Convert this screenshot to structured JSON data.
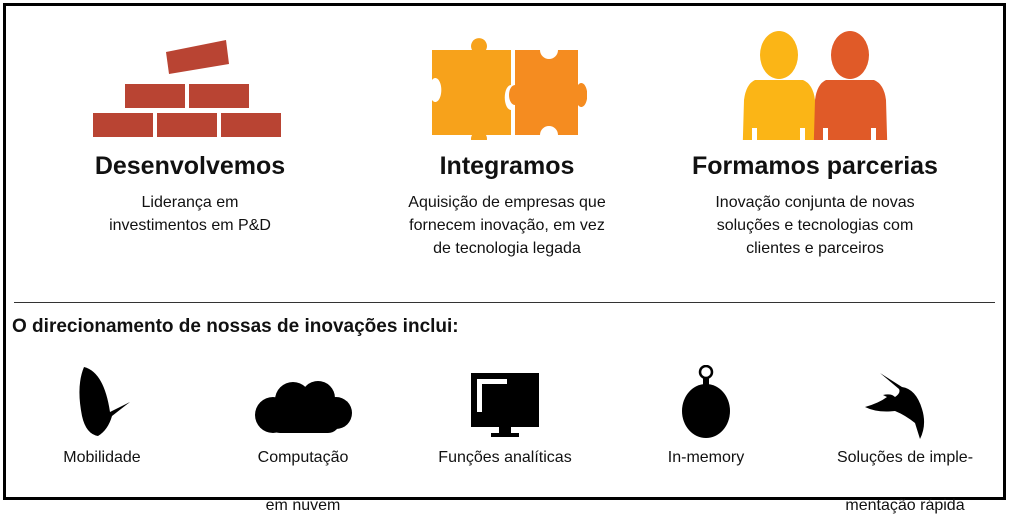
{
  "pillars": [
    {
      "title": "Desenvolvemos",
      "lines": [
        "Liderança em",
        "investimentos em P&D"
      ],
      "icon": "bricks-icon",
      "color": "#b94433"
    },
    {
      "title": "Integramos",
      "lines": [
        "Aquisição de empresas que",
        "fornecem inovação, em vez",
        "de tecnologia legada"
      ],
      "icon": "puzzle-icon",
      "color": "#f7a21b"
    },
    {
      "title": "Formamos parcerias",
      "lines": [
        "Inovação conjunta de novas",
        "soluções e tecnologias com",
        "clientes e parceiros"
      ],
      "icon": "people-icon",
      "color": "#e05a28"
    }
  ],
  "subheading": "O direcionamento de nossas de inovações inclui:",
  "items": [
    {
      "lines": [
        "Mobilidade"
      ],
      "icon": "butterfly-icon"
    },
    {
      "lines": [
        "Computação",
        "em nuvem"
      ],
      "icon": "cloud-icon"
    },
    {
      "lines": [
        "Funções analíticas"
      ],
      "icon": "monitor-icon"
    },
    {
      "lines": [
        "In-memory"
      ],
      "icon": "stopwatch-icon"
    },
    {
      "lines": [
        "Soluções de imple-",
        "mentação rápida"
      ],
      "icon": "hummingbird-icon"
    }
  ]
}
